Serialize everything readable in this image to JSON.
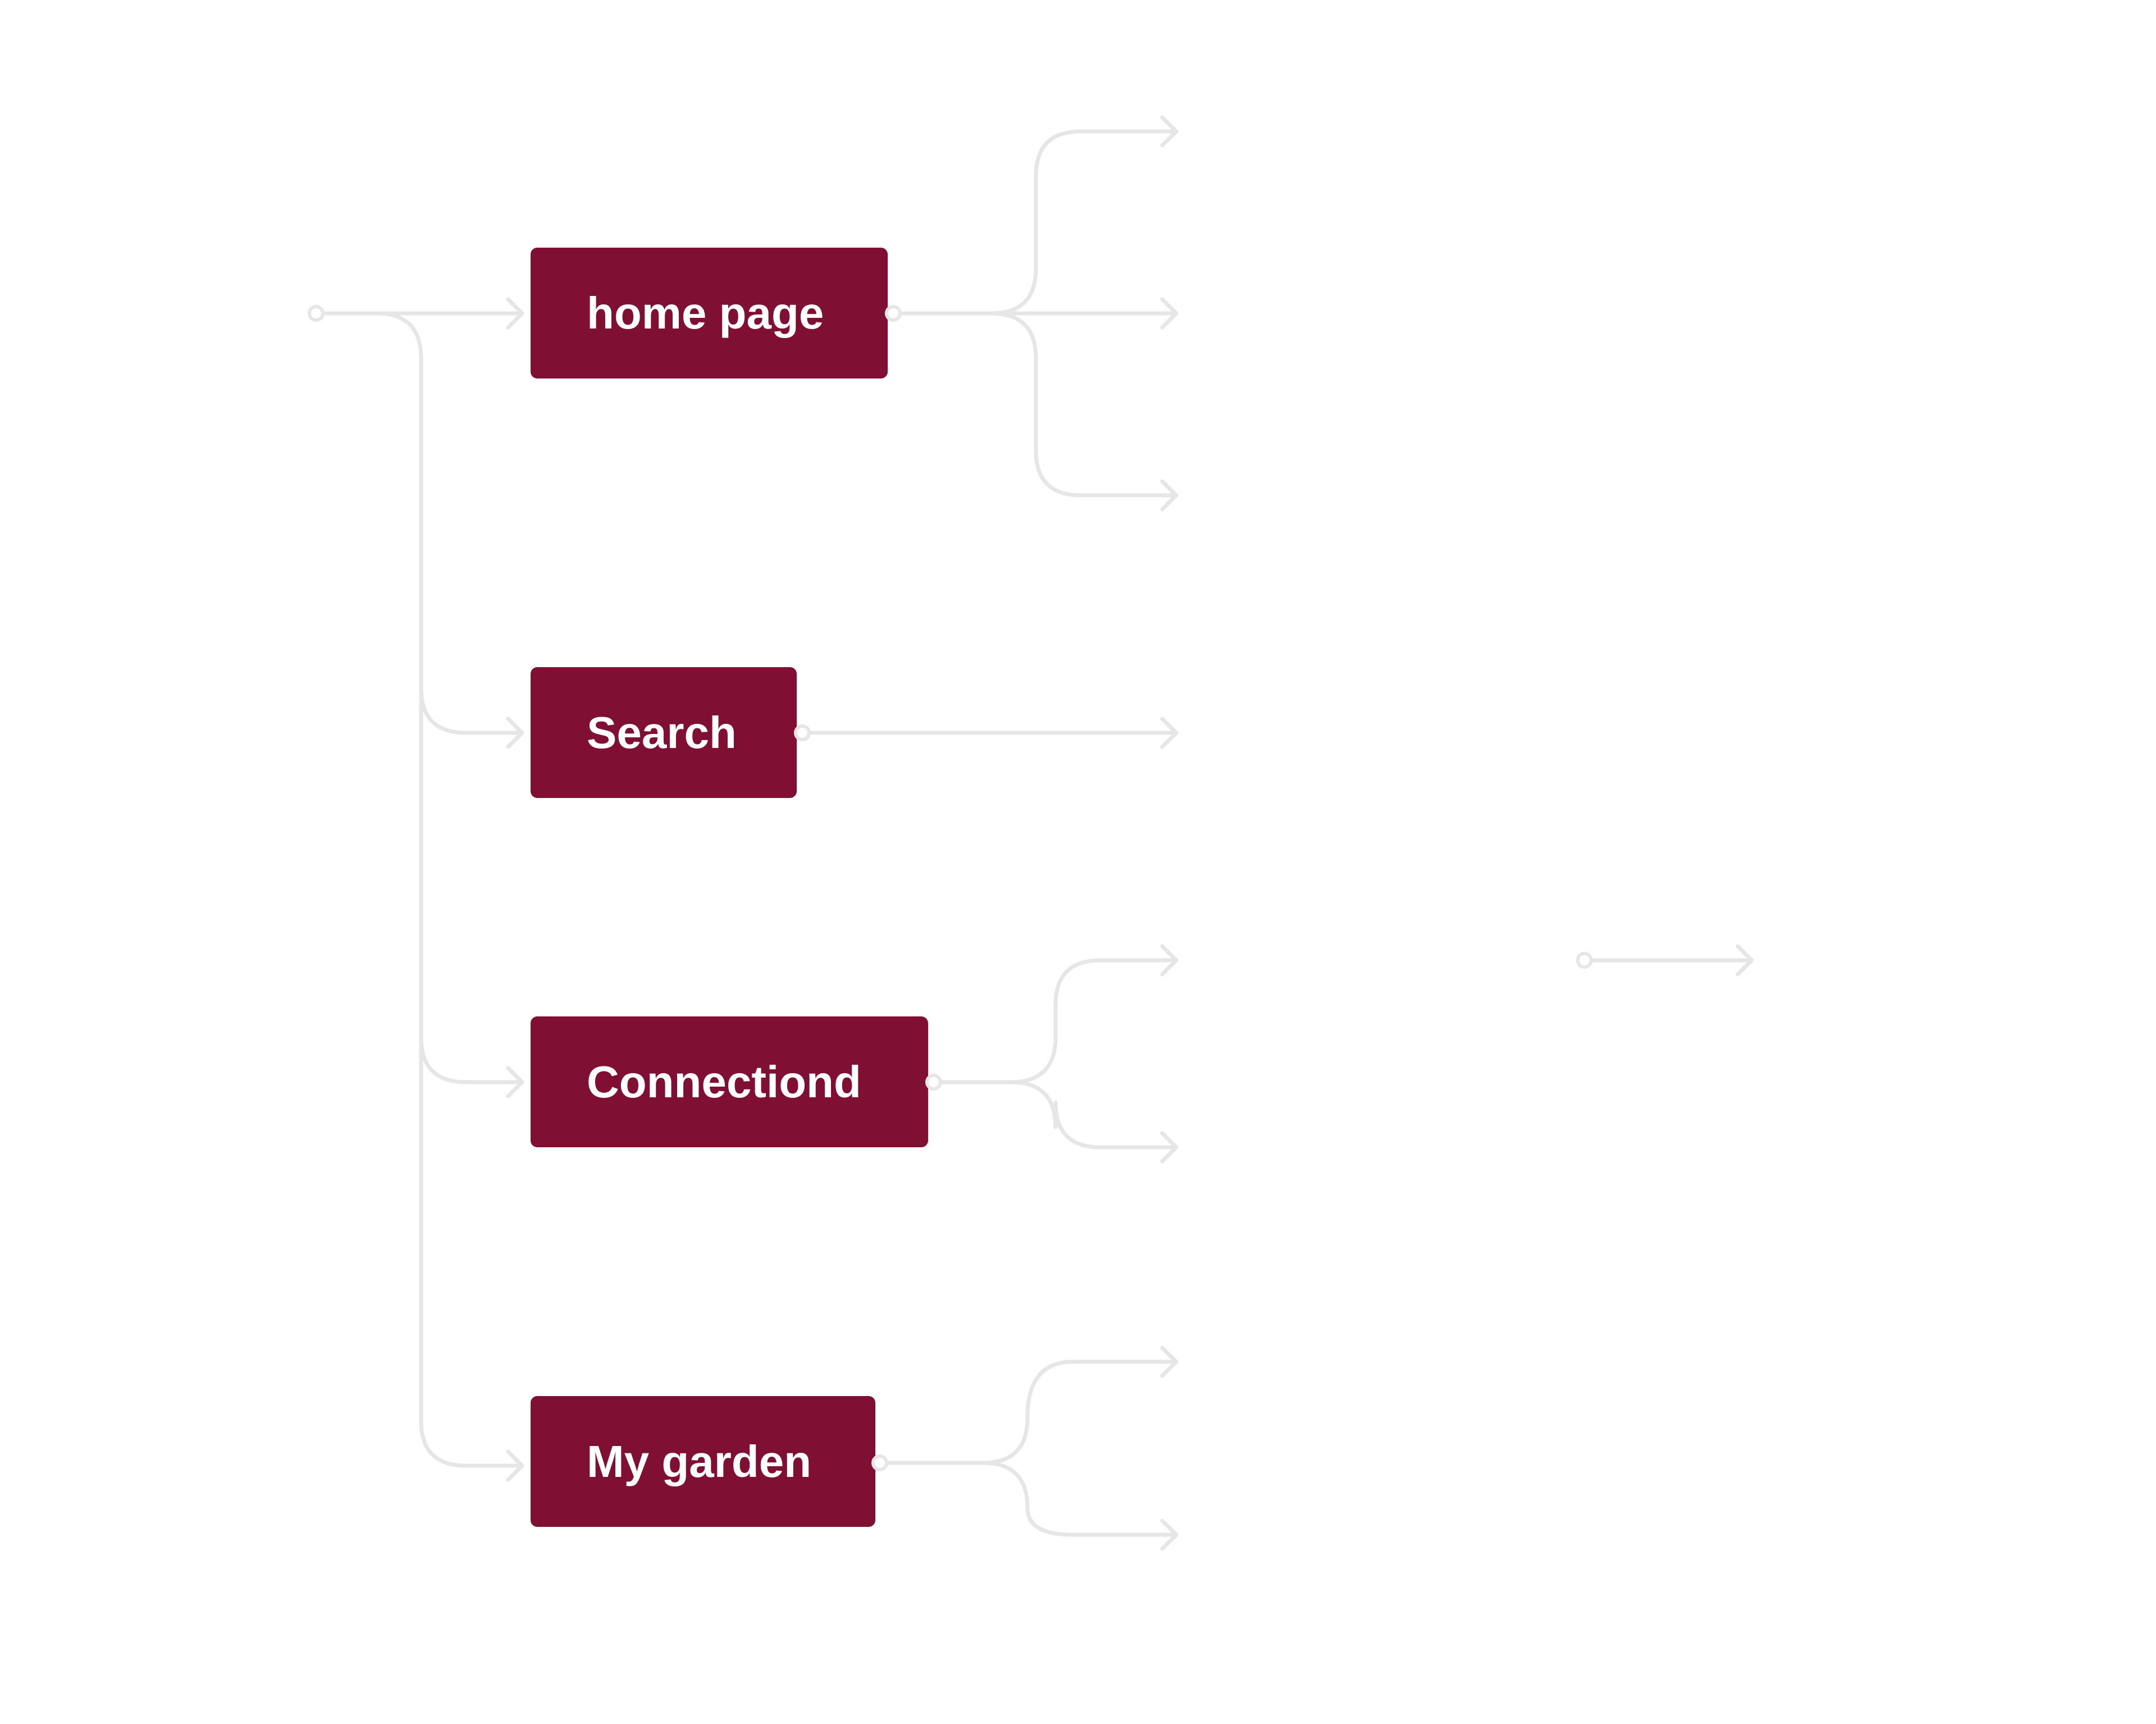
{
  "colors": {
    "node_fill": "#7f1034",
    "node_text": "#ffffff",
    "connector": "#e6e6e6",
    "background": "#ffffff"
  },
  "nodes": [
    {
      "id": "home",
      "label": "home page",
      "branches": 3
    },
    {
      "id": "search",
      "label": "Search",
      "branches": 1
    },
    {
      "id": "connect",
      "label": "Connectiond",
      "branches": 2
    },
    {
      "id": "garden",
      "label": "My garden",
      "branches": 2
    }
  ]
}
